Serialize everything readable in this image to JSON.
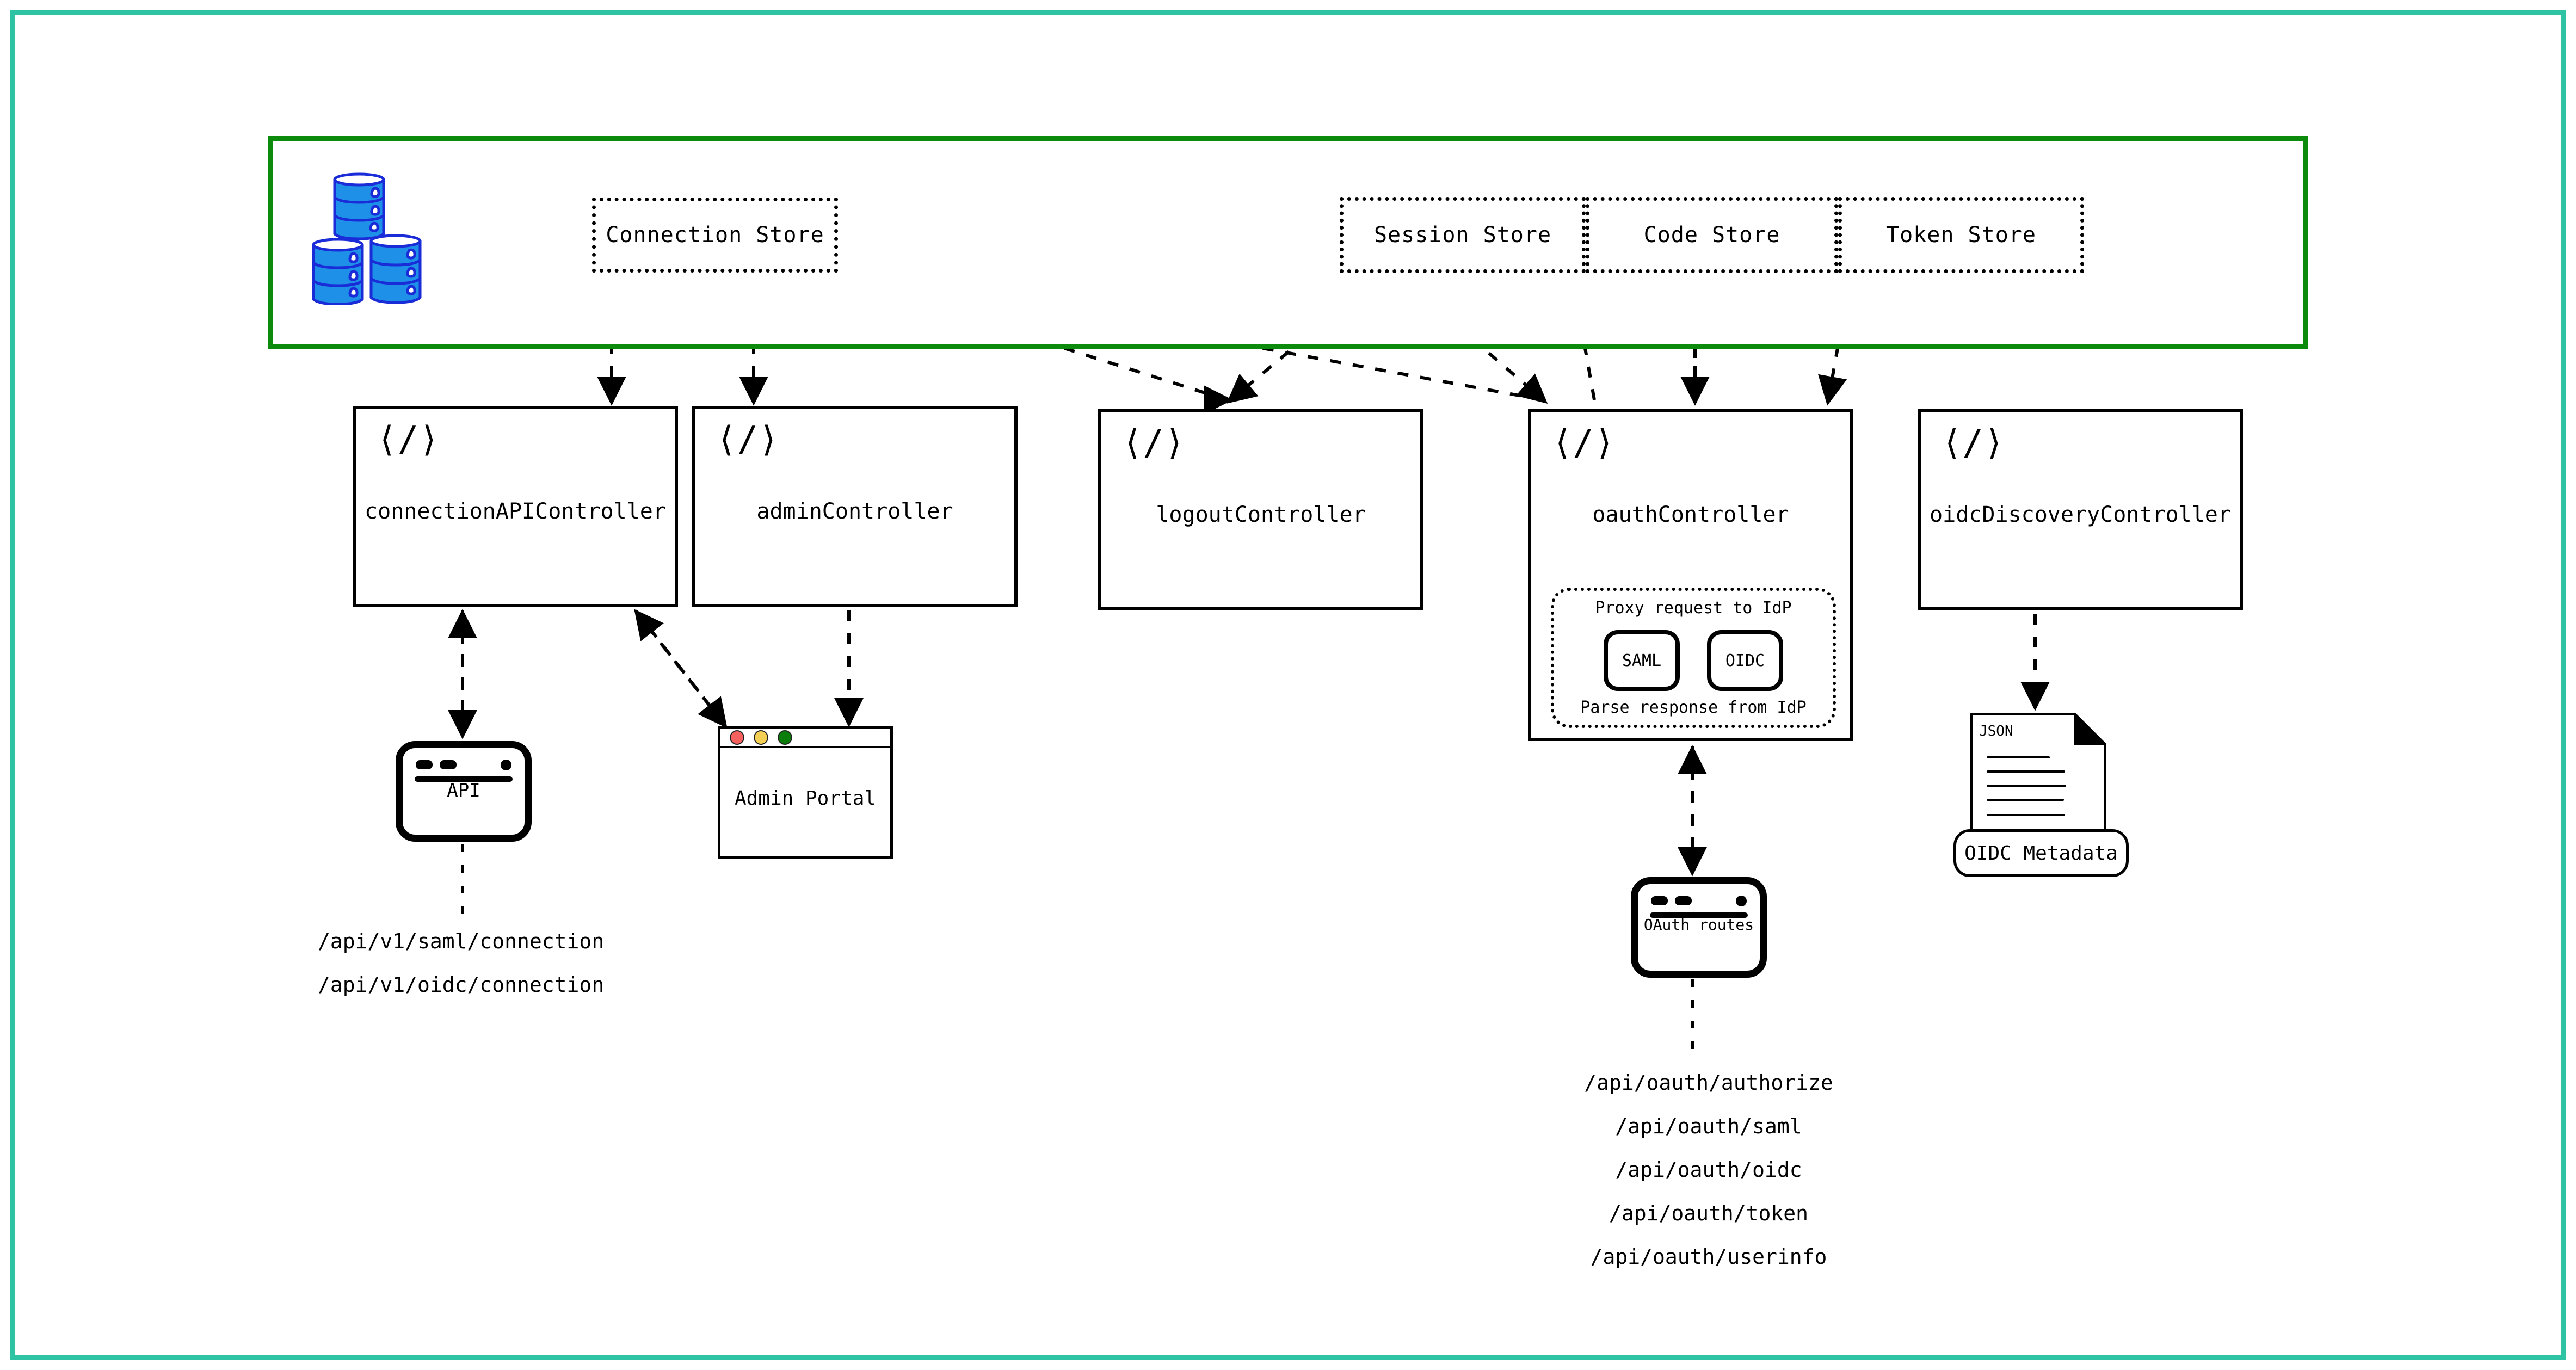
{
  "frame": {
    "accent_color": "#2ec4a3"
  },
  "store_layer": {
    "border_color": "#0b8a0b",
    "db_icon": "database-stack-icon",
    "stores": [
      {
        "label": "Connection Store",
        "name": "connection-store"
      },
      {
        "label": "Session Store",
        "name": "session-store"
      },
      {
        "label": "Code Store",
        "name": "code-store"
      },
      {
        "label": "Token Store",
        "name": "token-store"
      }
    ]
  },
  "controllers": [
    {
      "label": "connectionAPIController",
      "icon": "code-tag-icon"
    },
    {
      "label": "adminController",
      "icon": "code-tag-icon"
    },
    {
      "label": "logoutController",
      "icon": "code-tag-icon"
    },
    {
      "label": "oauthController",
      "icon": "code-tag-icon"
    },
    {
      "label": "oidcDiscoveryController",
      "icon": "code-tag-icon"
    }
  ],
  "oauth_inner": {
    "top_label": "Proxy request to IdP",
    "bottom_label": "Parse response from IdP",
    "chips": [
      {
        "label": "SAML"
      },
      {
        "label": "OIDC"
      }
    ]
  },
  "clients": {
    "api_window": {
      "label": "API",
      "icon": "browser-window-icon"
    },
    "admin_portal": {
      "label": "Admin Portal",
      "icon": "browser-window-icon",
      "traffic_lights": [
        "#f4615f",
        "#f4cf55",
        "#0b7d0b"
      ]
    },
    "oauth_routes_window": {
      "label": "OAuth routes",
      "icon": "browser-window-icon"
    },
    "oidc_metadata": {
      "label": "OIDC Metadata",
      "doc_type": "JSON",
      "icon": "json-document-icon"
    }
  },
  "connection_paths": [
    "/api/v1/saml/connection",
    "/api/v1/oidc/connection"
  ],
  "oauth_paths": [
    "/api/oauth/authorize",
    "/api/oauth/saml",
    "/api/oauth/oidc",
    "/api/oauth/token",
    "/api/oauth/userinfo"
  ]
}
